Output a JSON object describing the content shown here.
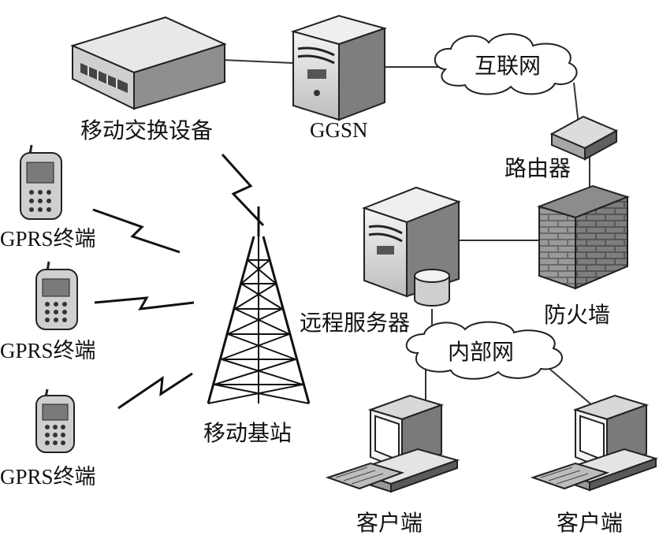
{
  "nodes": {
    "mobile_switch": "移动交换设备",
    "ggsn": "GGSN",
    "internet": "互联网",
    "router": "路由器",
    "firewall": "防火墙",
    "remote_server": "远程服务器",
    "intranet": "内部网",
    "base_station": "移动基站",
    "terminal_1": "GPRS终端",
    "terminal_2": "GPRS终端",
    "terminal_3": "GPRS终端",
    "client_1": "客户端",
    "client_2": "客户端"
  },
  "connections": [
    {
      "from": "mobile_switch",
      "to": "ggsn"
    },
    {
      "from": "ggsn",
      "to": "internet"
    },
    {
      "from": "internet",
      "to": "router"
    },
    {
      "from": "router",
      "to": "firewall"
    },
    {
      "from": "firewall",
      "to": "remote_server"
    },
    {
      "from": "remote_server",
      "to": "intranet"
    },
    {
      "from": "intranet",
      "to": "client_1"
    },
    {
      "from": "intranet",
      "to": "client_2"
    },
    {
      "from": "base_station",
      "to": "mobile_switch",
      "type": "wireless"
    },
    {
      "from": "terminal_1",
      "to": "base_station",
      "type": "wireless"
    },
    {
      "from": "terminal_2",
      "to": "base_station",
      "type": "wireless"
    },
    {
      "from": "terminal_3",
      "to": "base_station",
      "type": "wireless"
    }
  ]
}
